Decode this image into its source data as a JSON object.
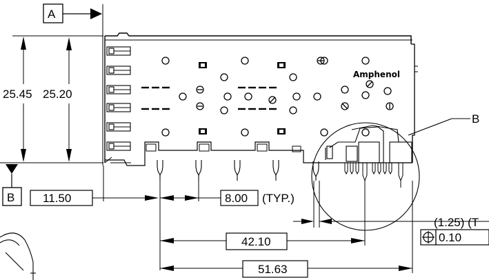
{
  "drawing": {
    "datum_a": "A",
    "datum_b_bottom": "B",
    "detail_b": "B",
    "brand": "Amphenol",
    "dims": {
      "height_outer": "25.45",
      "height_inner": "25.20",
      "left_offset": "11.50",
      "pitch_value": "8.00",
      "pitch_suffix": "(TYP.)",
      "span_pins": "42.10",
      "span_total": "51.63",
      "detail_pitch": "(1.25) (T",
      "tolerance": "0.10"
    }
  }
}
